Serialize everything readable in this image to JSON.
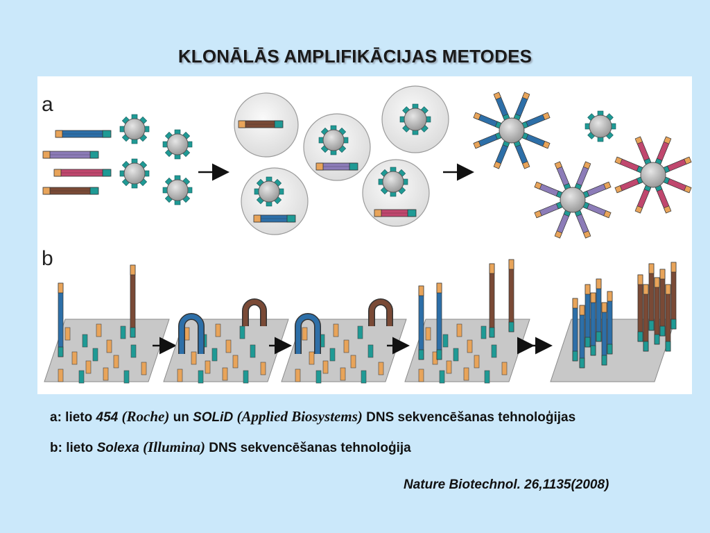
{
  "slide": {
    "title": "KLONĀLĀS AMPLIFIKĀCIJAS METODES",
    "panel_a_label": "a",
    "panel_b_label": "b",
    "caption_a": {
      "prefix": "a: lieto ",
      "tech1": "454",
      "tech1_company": "(Roche)",
      "middle": " un ",
      "tech2": "SOLiD",
      "tech2_company": "(Applied Biosystems)",
      "suffix": " DNS sekvencēšanas tehnoloģijas"
    },
    "caption_b": {
      "prefix": "b: lieto ",
      "tech": "Solexa",
      "tech_company": "(Illumina)",
      "suffix": " DNS sekvencēšanas tehnoloģija"
    },
    "citation": "Nature Biotechnol. 26,1135(2008)"
  },
  "colors": {
    "background": "#cbe8fa",
    "blue": "#2d6fa8",
    "brown": "#7a4a36",
    "purple": "#8c7cb8",
    "pink": "#c0476e",
    "orange": "#e8a45a",
    "teal": "#1f9a95",
    "bead": "#bdbdbd"
  }
}
